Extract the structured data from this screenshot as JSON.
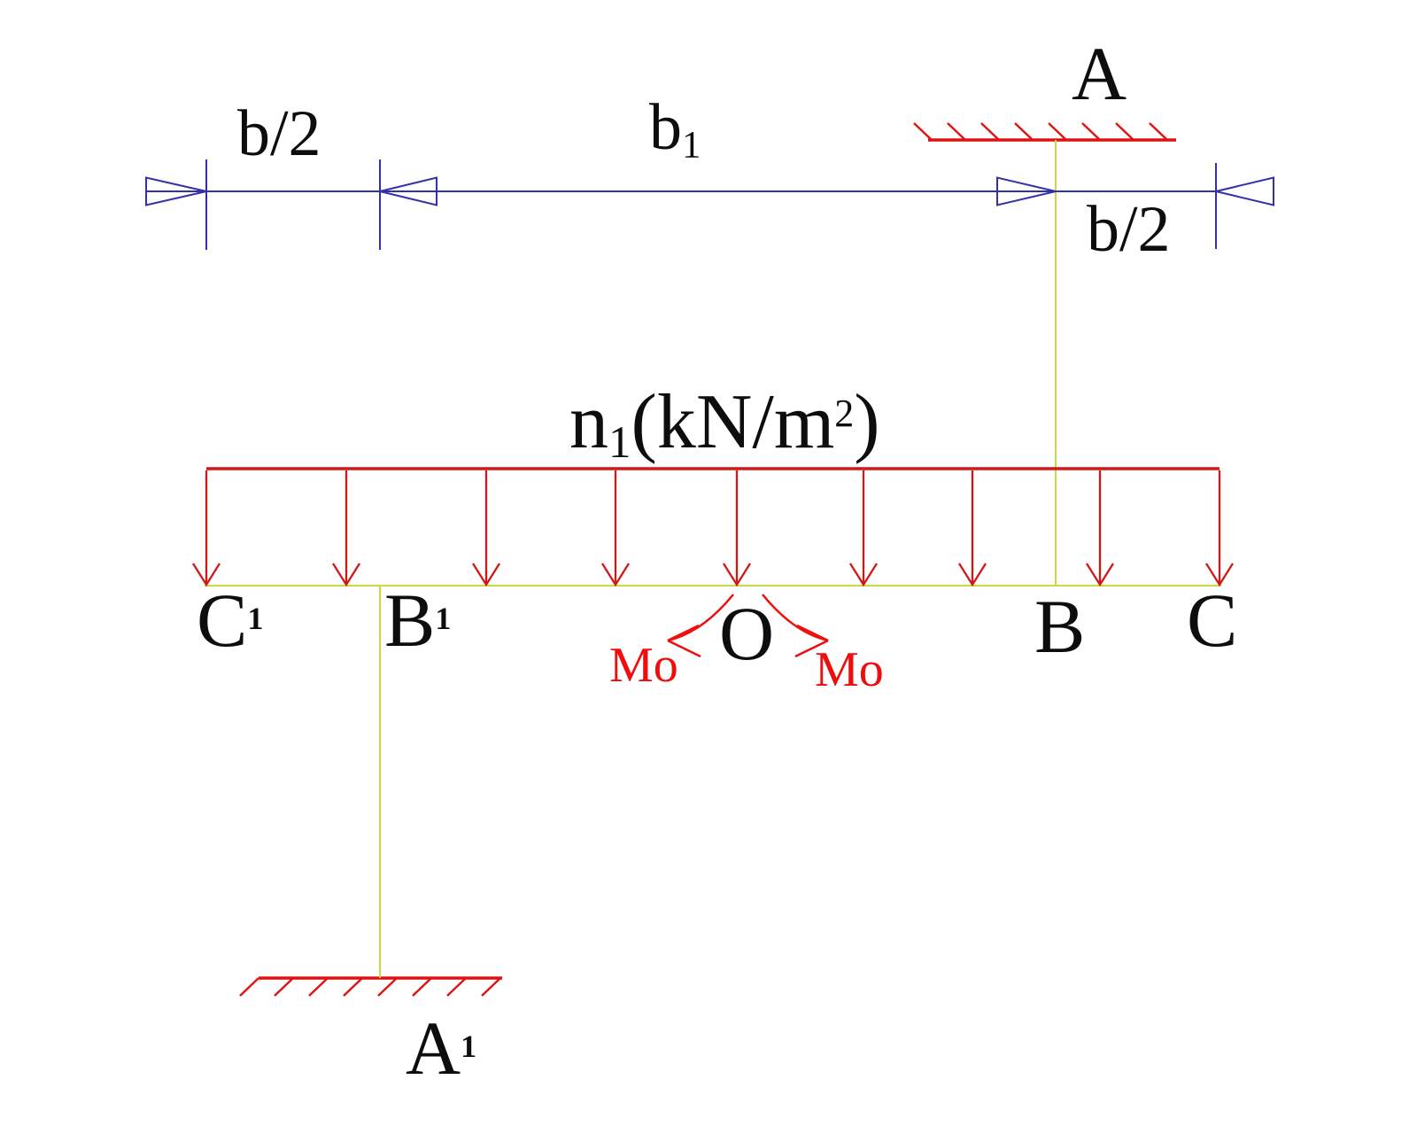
{
  "title": "Beam moment diagram sketch",
  "colors": {
    "ink": "#0d0d0d",
    "red_load": "#d21717",
    "red_support": "#e21111",
    "red_moment": "#f00d0d",
    "blue_dim": "#3431a6",
    "beam_yellow": "#ccd83f"
  },
  "dimensions": {
    "left": {
      "label": "b/2"
    },
    "middle": {
      "base": "b",
      "sub": "1"
    },
    "right": {
      "label": "b/2"
    }
  },
  "load": {
    "base": "n",
    "sub": "1",
    "open": "(kN/m",
    "sup": "2",
    "close": ")"
  },
  "nodes": {
    "top_support": "A",
    "beam_left": {
      "base": "C",
      "sup": "1"
    },
    "beam_mid_left": {
      "base": "B",
      "sup": "1"
    },
    "center": "O",
    "beam_right_inner": "B",
    "beam_right_end": "C",
    "bottom_support": {
      "base": "A",
      "sup": "1"
    }
  },
  "moment": {
    "left_label": "Mo",
    "right_label": "Mo"
  }
}
